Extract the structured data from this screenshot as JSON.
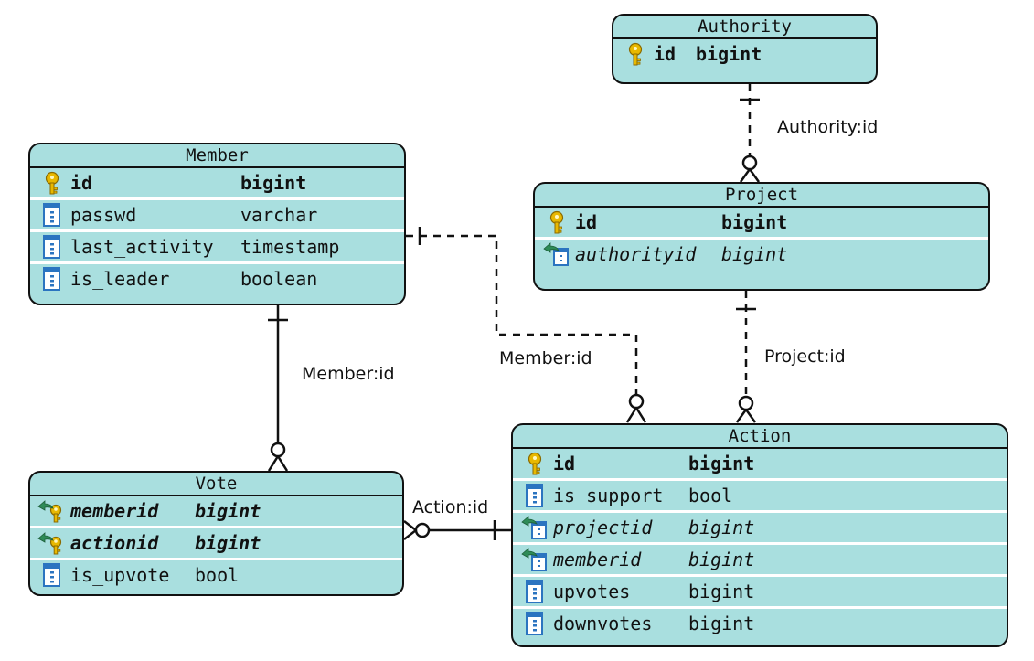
{
  "entities": [
    {
      "id": "authority",
      "title": "Authority",
      "columns": [
        {
          "name": "id",
          "type": "bigint",
          "kind": "pk"
        }
      ]
    },
    {
      "id": "member",
      "title": "Member",
      "columns": [
        {
          "name": "id",
          "type": "bigint",
          "kind": "pk"
        },
        {
          "name": "passwd",
          "type": "varchar",
          "kind": "col"
        },
        {
          "name": "last_activity",
          "type": "timestamp",
          "kind": "col"
        },
        {
          "name": "is_leader",
          "type": "boolean",
          "kind": "col"
        }
      ]
    },
    {
      "id": "project",
      "title": "Project",
      "columns": [
        {
          "name": "id",
          "type": "bigint",
          "kind": "pk"
        },
        {
          "name": "authorityid",
          "type": "bigint",
          "kind": "fk"
        }
      ]
    },
    {
      "id": "vote",
      "title": "Vote",
      "columns": [
        {
          "name": "memberid",
          "type": "bigint",
          "kind": "pkfk"
        },
        {
          "name": "actionid",
          "type": "bigint",
          "kind": "pkfk"
        },
        {
          "name": "is_upvote",
          "type": "bool",
          "kind": "col"
        }
      ]
    },
    {
      "id": "action",
      "title": "Action",
      "columns": [
        {
          "name": "id",
          "type": "bigint",
          "kind": "pk"
        },
        {
          "name": "is_support",
          "type": "bool",
          "kind": "col"
        },
        {
          "name": "projectid",
          "type": "bigint",
          "kind": "fk"
        },
        {
          "name": "memberid",
          "type": "bigint",
          "kind": "fk"
        },
        {
          "name": "upvotes",
          "type": "bigint",
          "kind": "col"
        },
        {
          "name": "downvotes",
          "type": "bigint",
          "kind": "col"
        }
      ]
    }
  ],
  "relationships": [
    {
      "label": "Authority:id",
      "from": "authority",
      "to": "project",
      "style": "dashed"
    },
    {
      "label": "Member:id",
      "from": "member",
      "to": "action",
      "style": "dashed"
    },
    {
      "label": "Project:id",
      "from": "project",
      "to": "action",
      "style": "dashed"
    },
    {
      "label": "Member:id",
      "from": "member",
      "to": "vote",
      "style": "solid"
    },
    {
      "label": "Action:id",
      "from": "action",
      "to": "vote",
      "style": "solid"
    }
  ],
  "icons": {
    "pk": "primary-key-icon",
    "fk": "foreign-key-icon",
    "pkfk": "primary-foreign-key-icon",
    "col": "column-icon"
  },
  "colors": {
    "entity_fill": "#a9dfdf",
    "border": "#111111",
    "row_separator": "#ffffff",
    "key_gold": "#e8b800",
    "fk_arrow": "#2e8b57",
    "column_blue": "#2b74c0"
  }
}
